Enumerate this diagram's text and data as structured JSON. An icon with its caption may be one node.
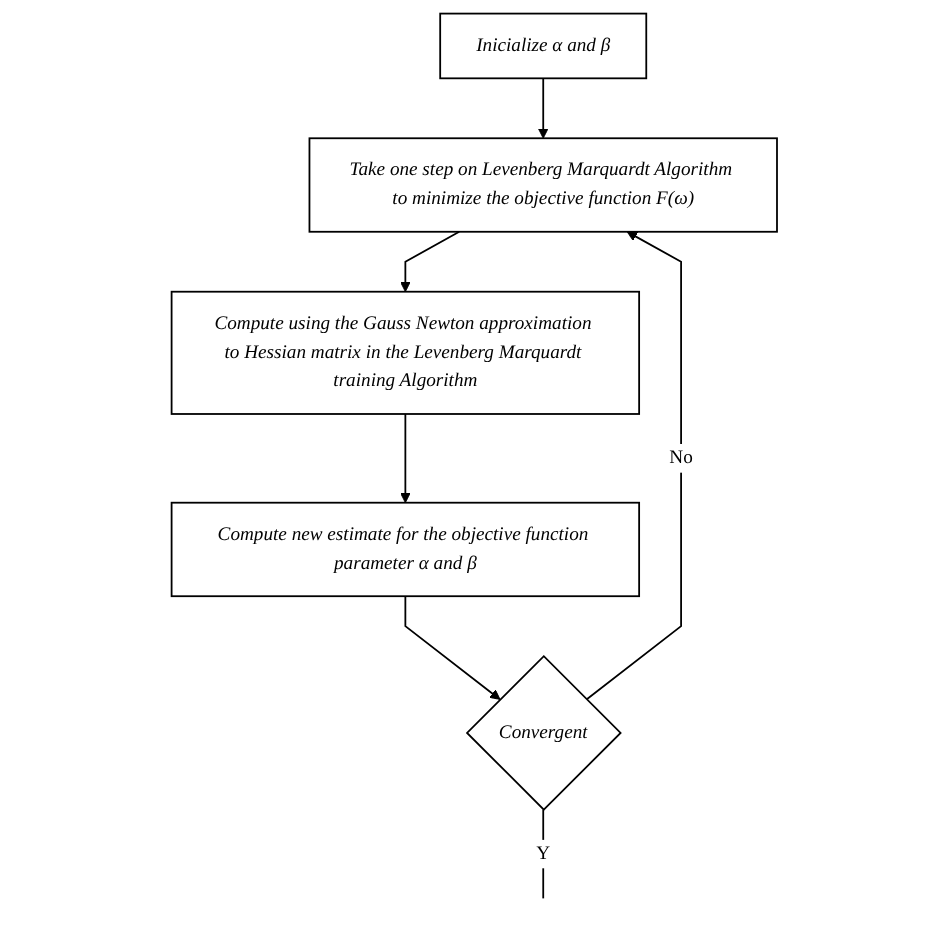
{
  "diagram": {
    "nodes": [
      {
        "text": [
          "Inicialize α and β"
        ]
      },
      {
        "text": [
          "Take one step on Levenberg Marquardt Algorithm to minimize the objective function F(ω)"
        ]
      },
      {
        "text": [
          "Compute using the Gauss Newton approximation to Hessian matrix in the Levenberg Marquardt training Algorithm"
        ]
      },
      {
        "text": [
          "Compute new estimate for the objective function parameter α and β"
        ]
      },
      {
        "text": [
          "Convergent"
        ]
      }
    ],
    "edges": [
      {
        "from": 0,
        "to": 1,
        "arrow": "to"
      },
      {
        "from": 1,
        "to": 2,
        "arrow": "to"
      },
      {
        "from": 2,
        "to": 3,
        "arrow": "to"
      },
      {
        "from": 3,
        "to": 4,
        "arrow": "to"
      },
      {
        "from": 4,
        "to": 1,
        "arrow": "to",
        "label": "No"
      },
      {
        "from": 4,
        "to": null,
        "arrow": "none",
        "label": "Y"
      }
    ]
  }
}
